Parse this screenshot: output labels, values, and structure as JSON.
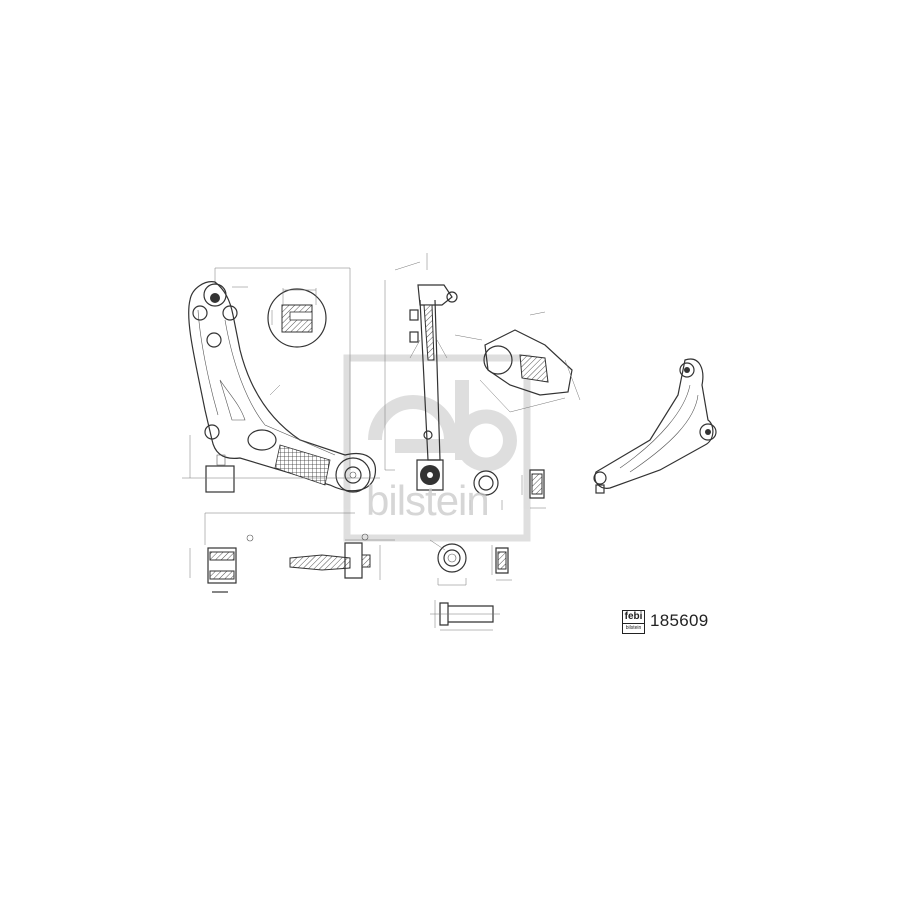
{
  "product": {
    "part_number": "185609",
    "brand_logo": {
      "top": "febi",
      "bottom": "bilstein"
    }
  },
  "watermark": {
    "top": "febi",
    "bottom": "bilstein"
  },
  "colors": {
    "line": "#333333",
    "watermark": "#c9c9c9",
    "background": "#ffffff"
  }
}
